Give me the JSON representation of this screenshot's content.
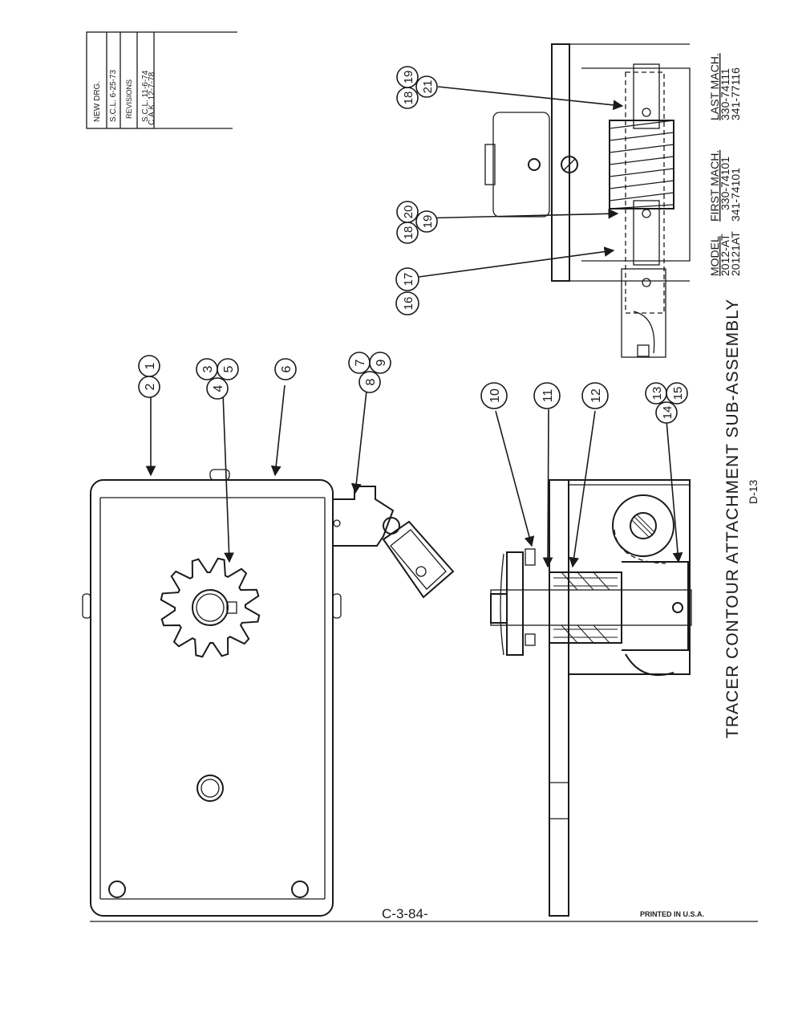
{
  "revision_block": {
    "new_drg_label": "NEW DRG.",
    "new_drg_entry": "S.C.L.   6-25-73",
    "revisions_label": "REVISIONS",
    "rev1": "S.C.L.   11-6-74",
    "rev2": "C.A.K.   12-7-78"
  },
  "title": "TRACER CONTOUR ATTACHMENT  SUB-ASSEMBLY",
  "drawing_number": "D-13",
  "page_code": "C-3-84-",
  "printed_note": "PRINTED  IN  U.S.A.",
  "model_table": {
    "headers": [
      "MODEL",
      "FIRST MACH.",
      "LAST MACH."
    ],
    "rows": [
      [
        "2012-AT",
        "330-74101",
        "330-74111"
      ],
      [
        "20121AT",
        "341-74101",
        "341-77116"
      ]
    ]
  },
  "callouts": {
    "c1": "1",
    "c2": "2",
    "c3": "3",
    "c4": "4",
    "c5": "5",
    "c6": "6",
    "c7": "7",
    "c8": "8",
    "c9": "9",
    "c10": "10",
    "c11": "11",
    "c12": "12",
    "c13": "13",
    "c14": "14",
    "c15": "15",
    "c16": "16",
    "c17": "17",
    "c18a": "18",
    "c20": "20",
    "c19a": "19",
    "c18b": "18",
    "c19b": "19",
    "c21": "21"
  }
}
